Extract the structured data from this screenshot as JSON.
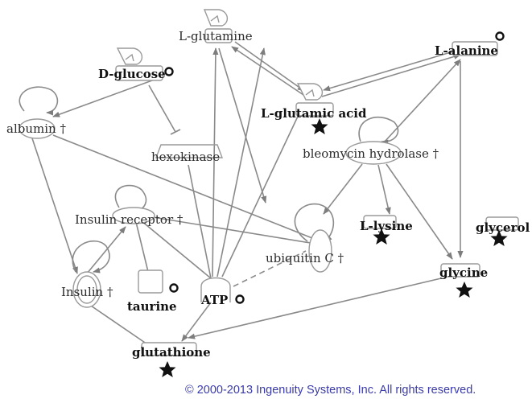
{
  "nodes": {
    "l_glutamine": "L-glutamine",
    "d_glucose": "D-glucose",
    "l_alanine": "L-alanine",
    "l_glutamic_acid": "L-glutamic acid",
    "albumin": "albumin †",
    "hexokinase": "hexokinase",
    "bleomycin_hydrolase": "bleomycin hydrolase †",
    "insulin_receptor": "Insulin receptor †",
    "l_lysine": "L-lysine",
    "glycerol": "glycerol",
    "ubiquitin_c": "ubiquitin C †",
    "insulin": "Insulin †",
    "taurine": "taurine",
    "atp": "ATP",
    "glycine": "glycine",
    "glutathione": "glutathione"
  },
  "copyright": "© 2000-2013 Ingenuity Systems, Inc. All rights reserved.",
  "colors": {
    "edge": "#8a8a8a",
    "shape": "#9a9a9a",
    "text": "#2b2b2b",
    "copyright": "#3b3ba8"
  }
}
